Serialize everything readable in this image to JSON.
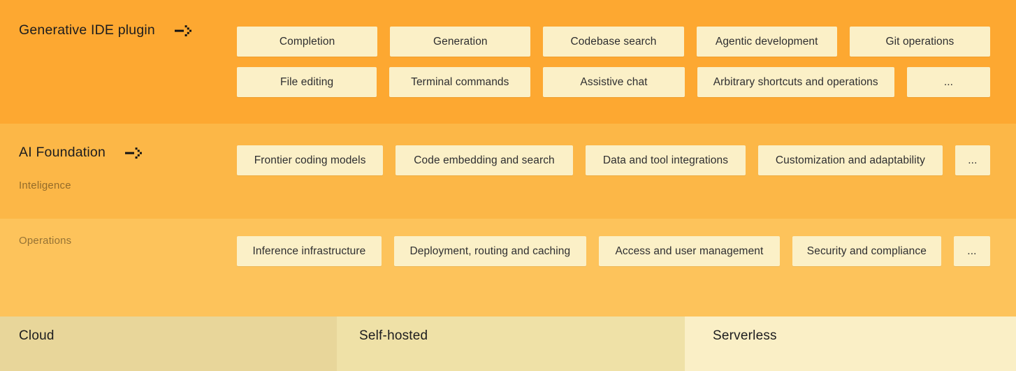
{
  "bands": {
    "ide": {
      "title": "Generative IDE plugin",
      "rows": [
        [
          "Completion",
          "Generation",
          "Codebase search",
          "Agentic development",
          "Git operations"
        ],
        [
          "File editing",
          "Terminal commands",
          "Assistive chat",
          "Arbitrary shortcuts and operations",
          "..."
        ]
      ]
    },
    "ai_foundation": {
      "title": "AI Foundation",
      "sublabel": "Inteligence",
      "chips": [
        "Frontier coding models",
        "Code embedding and search",
        "Data and tool integrations",
        "Customization and adaptability",
        "..."
      ]
    },
    "operations": {
      "label": "Operations",
      "chips": [
        "Inference infrastructure",
        "Deployment, routing and caching",
        "Access and user management",
        "Security and compliance",
        "..."
      ]
    },
    "deployment": {
      "columns": [
        "Cloud",
        "Self-hosted",
        "Serverless"
      ]
    }
  },
  "icons": {
    "section_arrow": "dashed-right-arrow"
  },
  "colors": {
    "band_ide": "#FDA831",
    "band_ai": "#FCB747",
    "band_ops": "#FDC35B",
    "chip": "#FBF0C7",
    "cloud": "#E8D69A",
    "self_hosted": "#EFE1A7",
    "serverless": "#FAEFC6",
    "title_text": "#1c1c1e",
    "chip_text": "#2e2e30",
    "muted_label": "rgba(0,0,0,0.42)"
  }
}
